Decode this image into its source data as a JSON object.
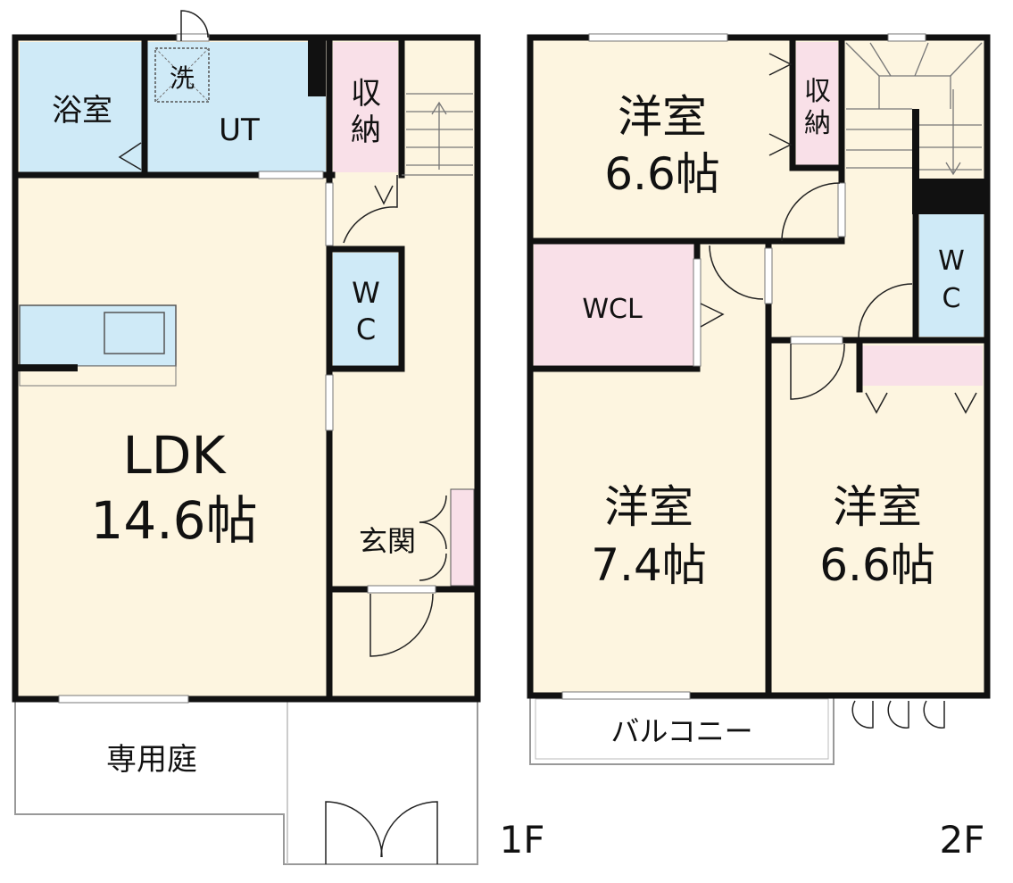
{
  "floors": {
    "first": {
      "label": "1F",
      "rooms": {
        "bath": "浴室",
        "washer": "洗",
        "utility": "UT",
        "storage": [
          "収",
          "納"
        ],
        "wc": [
          "W",
          "C"
        ],
        "ldk": [
          "LDK",
          "14.6帖"
        ],
        "entrance": "玄関",
        "garden": "専用庭"
      }
    },
    "second": {
      "label": "2F",
      "rooms": {
        "room1": [
          "洋室",
          "6.6帖"
        ],
        "storage": [
          "収",
          "納"
        ],
        "wcl": "WCL",
        "wc": [
          "W",
          "C"
        ],
        "room2": [
          "洋室",
          "7.4帖"
        ],
        "room3": [
          "洋室",
          "6.6帖"
        ],
        "balcony": "バルコニー"
      }
    }
  },
  "colors": {
    "wall": "#111111",
    "room_floor": "#fdf5e0",
    "wet_area": "#cfeaf7",
    "storage": "#f9e0e8",
    "outdoor": "#ffffff"
  }
}
